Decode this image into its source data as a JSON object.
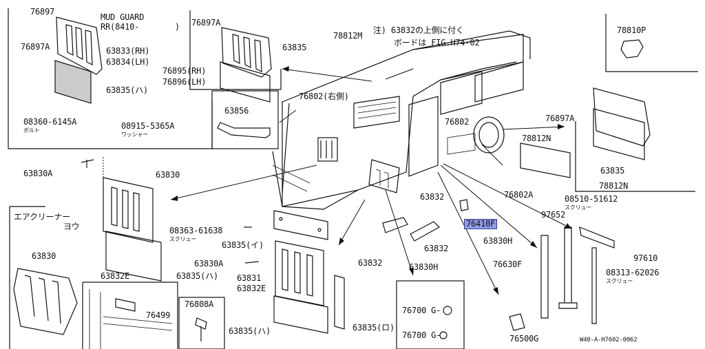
{
  "labels": {
    "p76897_a": "76897",
    "p76897a_1": "76897A",
    "mud_guard": "MUD GUARD",
    "mud_guard_rr": "RR(8410-",
    "paren": ")",
    "p76897a_2": "76897A",
    "p78812m": "78812M",
    "note1": "注) 63832の上側に付く",
    "note2": "ボードは FIG.H74-02",
    "p78810p": "78810P",
    "p63833": "63833(RH)",
    "p63834": "63834(LH)",
    "p63835_top": "63835",
    "p76895": "76895(RH)",
    "p76896": "76896(LH)",
    "p63835_ha1": "63835(ハ)",
    "p08360": "08360-6145A",
    "p08360_sub": "ボルト",
    "p08915": "08915-5365A",
    "p08915_sub": "ワッシャー",
    "p76802_rh": "76802(右側)",
    "p63856": "63856",
    "p76802": "76802",
    "p76897a_3": "76897A",
    "p78812n_1": "78812N",
    "p63830a_1": "63830A",
    "p63830_1": "63830",
    "p63835_r": "63835",
    "p78812n_2": "78812N",
    "p76802a": "76802A",
    "p08510": "08510-51612",
    "p08510_sub": "スクリュー",
    "air1": "エアクリーナー",
    "air2": "ヨウ",
    "p63832_1": "63832",
    "p76410f": "76410F",
    "p97652": "97652",
    "p08363": "08363-61638",
    "p08363_sub": "スクリュー",
    "p63835_i": "63835(イ)",
    "p63830h_1": "63830H",
    "p97610": "97610",
    "p63830_2": "63830",
    "p63832_2": "63832",
    "p63830a_2": "63830A",
    "p63832_3": "63832",
    "p63830h_2": "63830H",
    "p08313": "08313-62026",
    "p08313_sub": "スクリュー",
    "p63832e_1": "63832E",
    "p63835_ha2": "63835(ハ)",
    "p63831": "63831",
    "p63832e_2": "63832E",
    "p76630f": "76630F",
    "p76808a": "76808A",
    "p76499": "76499",
    "p76700g_1": "76700 G-",
    "p76700g_2": "76700 G-",
    "p63835_ro": "63835(ロ)",
    "p63835_ha3": "63835(ハ)",
    "p76500g": "76500G",
    "drawing_no": "W40-A-H7602-0062"
  }
}
